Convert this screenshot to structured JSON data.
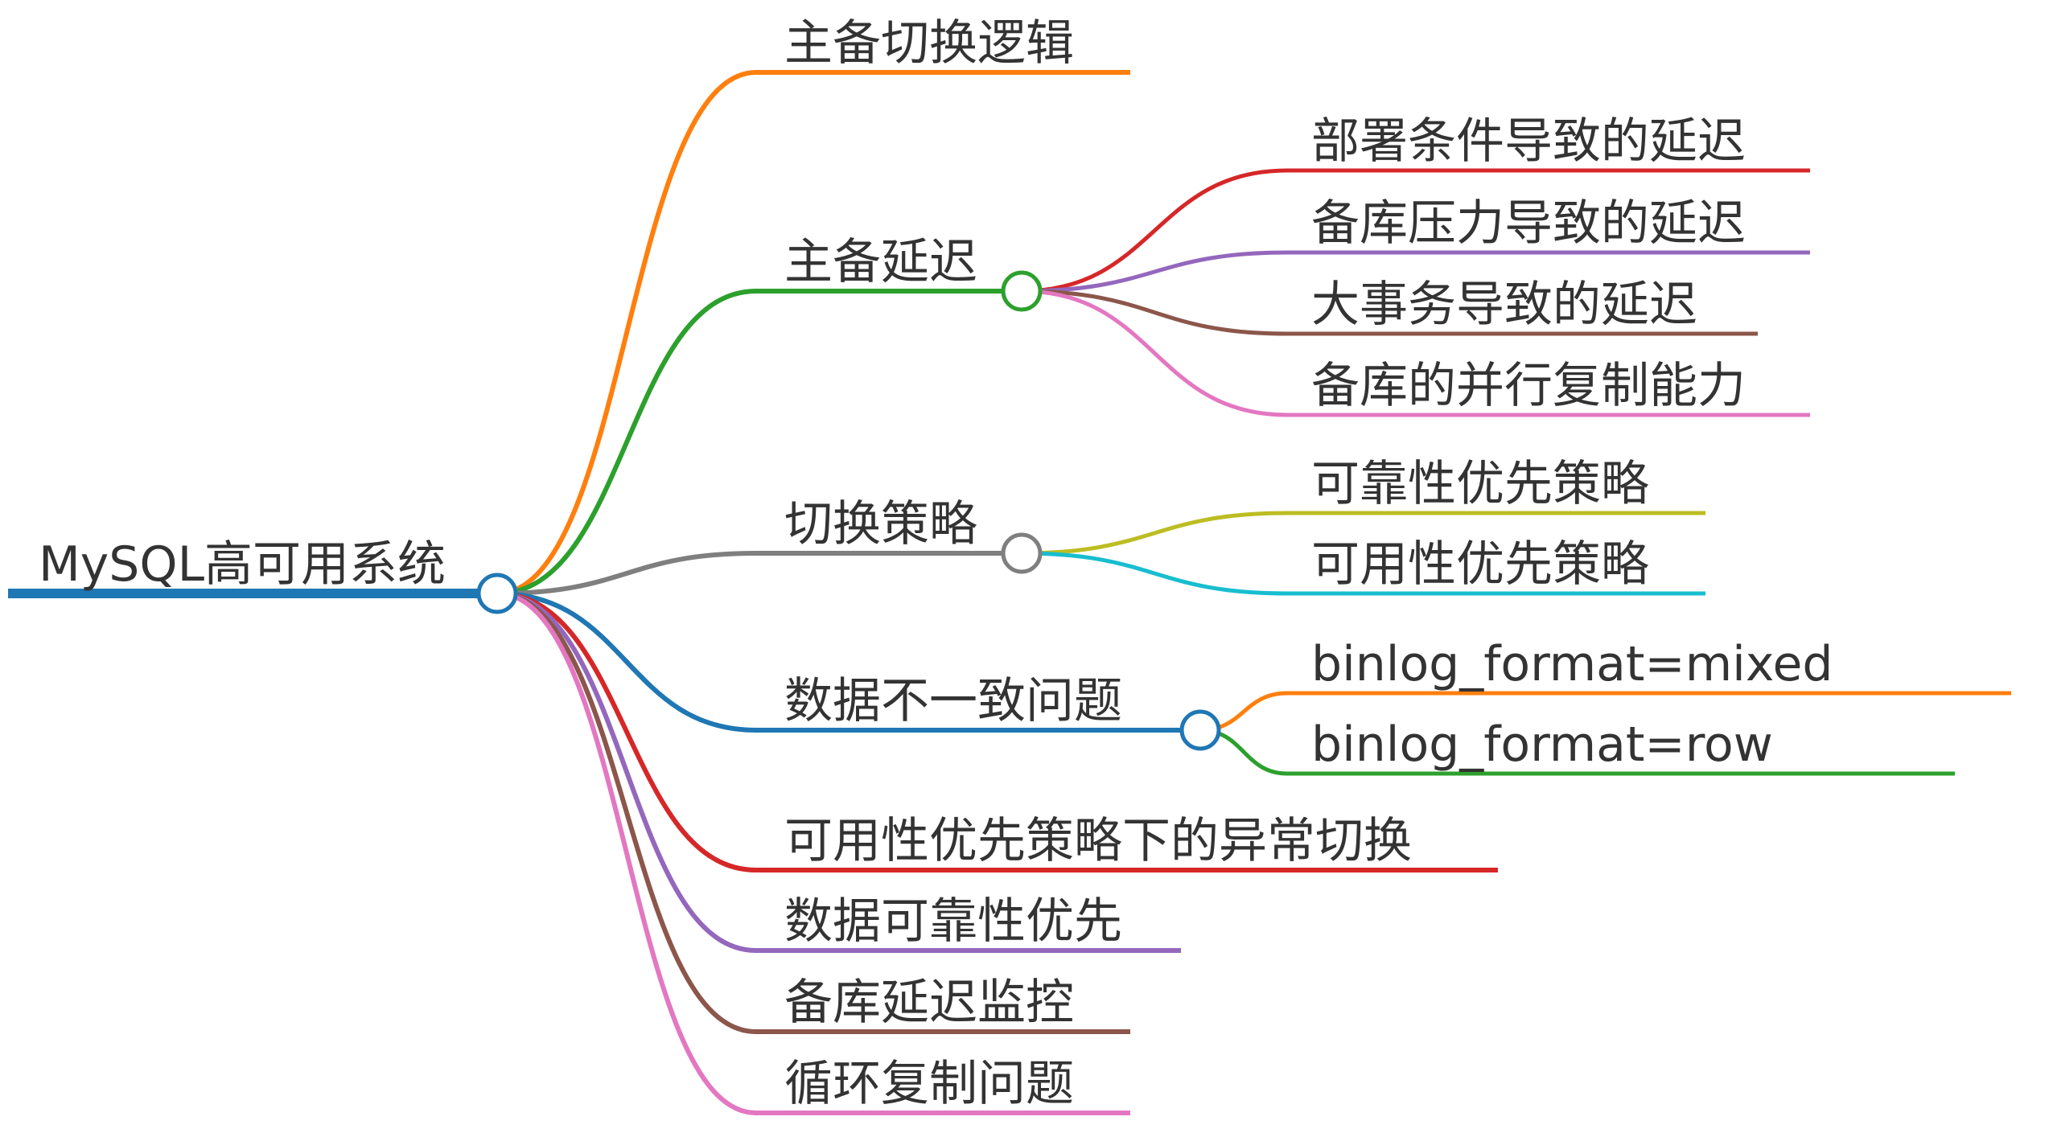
{
  "root": {
    "label": "MySQL高可用系统",
    "color": "#1f77b4"
  },
  "branches": [
    {
      "id": "switch-logic",
      "label": "主备切换逻辑",
      "color": "#ff7f0e",
      "children": []
    },
    {
      "id": "replication-delay",
      "label": "主备延迟",
      "color": "#2ca02c",
      "children": [
        {
          "label": "部署条件导致的延迟",
          "color": "#d62728"
        },
        {
          "label": "备库压力导致的延迟",
          "color": "#9467bd"
        },
        {
          "label": "大事务导致的延迟",
          "color": "#8c564b"
        },
        {
          "label": "备库的并行复制能力",
          "color": "#e377c2"
        }
      ]
    },
    {
      "id": "switch-strategy",
      "label": "切换策略",
      "color": "#7f7f7f",
      "children": [
        {
          "label": "可靠性优先策略",
          "color": "#bcbd22"
        },
        {
          "label": "可用性优先策略",
          "color": "#17becf"
        }
      ]
    },
    {
      "id": "data-inconsistency",
      "label": "数据不一致问题",
      "color": "#1f77b4",
      "children": [
        {
          "label": "binlog_format=mixed",
          "color": "#ff7f0e"
        },
        {
          "label": "binlog_format=row",
          "color": "#2ca02c"
        }
      ]
    },
    {
      "id": "availability-abnormal-switch",
      "label": "可用性优先策略下的异常切换",
      "color": "#d62728",
      "children": []
    },
    {
      "id": "data-reliability-first",
      "label": "数据可靠性优先",
      "color": "#9467bd",
      "children": []
    },
    {
      "id": "replica-delay-monitoring",
      "label": "备库延迟监控",
      "color": "#8c564b",
      "children": []
    },
    {
      "id": "circular-replication",
      "label": "循环复制问题",
      "color": "#e377c2",
      "children": []
    }
  ]
}
